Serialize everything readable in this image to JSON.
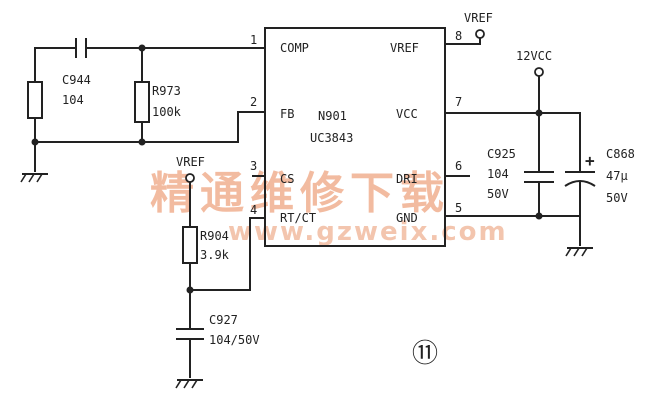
{
  "ic": {
    "designator": "N901",
    "part_number": "UC3843",
    "pins": [
      {
        "number": "1",
        "name": "COMP"
      },
      {
        "number": "2",
        "name": "FB"
      },
      {
        "number": "3",
        "name": "CS"
      },
      {
        "number": "4",
        "name": "RT/CT"
      },
      {
        "number": "8",
        "name": "VREF"
      },
      {
        "number": "7",
        "name": "VCC"
      },
      {
        "number": "6",
        "name": "DRI"
      },
      {
        "number": "5",
        "name": "GND"
      }
    ]
  },
  "components": {
    "c944": {
      "ref": "C944",
      "value": "104"
    },
    "r973": {
      "ref": "R973",
      "value": "100k"
    },
    "r904": {
      "ref": "R904",
      "value": "3.9k"
    },
    "c927": {
      "ref": "C927",
      "value": "104/50V"
    },
    "c925": {
      "ref": "C925",
      "value": "104",
      "voltage": "50V"
    },
    "c868": {
      "ref": "C868",
      "value": "47μ",
      "voltage": "50V",
      "polarity": "+"
    }
  },
  "nets": {
    "vref_top": "VREF",
    "vref_left": "VREF",
    "vcc": "12VCC"
  },
  "watermark": {
    "text": "精通维修下载",
    "url": "www.gzweix.com"
  },
  "figure_number": "⑪"
}
